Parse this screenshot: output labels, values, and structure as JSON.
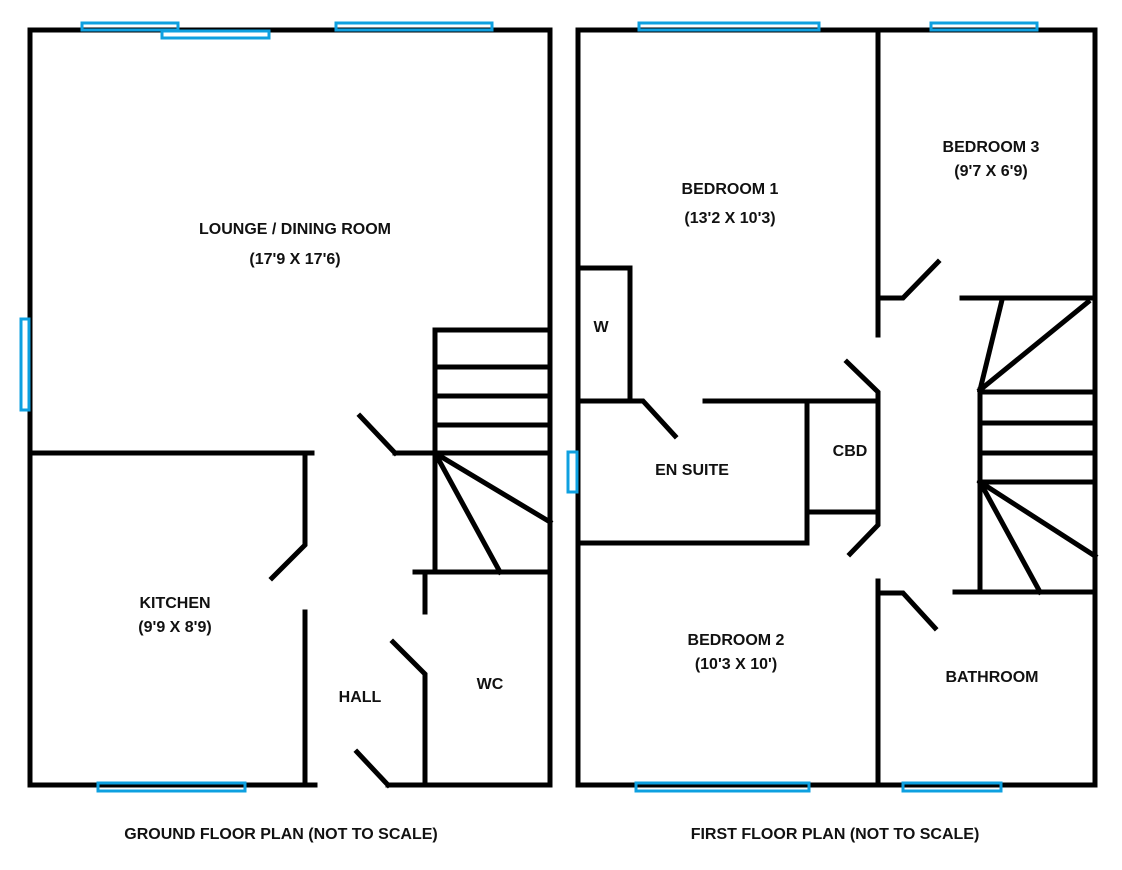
{
  "ground_floor": {
    "caption": "GROUND FLOOR PLAN (NOT TO SCALE)",
    "rooms": {
      "lounge": {
        "name": "LOUNGE / DINING ROOM",
        "size": "(17'9 X 17'6)"
      },
      "kitchen": {
        "name": "KITCHEN",
        "size": "(9'9 X 8'9)"
      },
      "hall": {
        "name": "HALL"
      },
      "wc": {
        "name": "WC"
      }
    }
  },
  "first_floor": {
    "caption": "FIRST FLOOR PLAN (NOT TO SCALE)",
    "rooms": {
      "bedroom1": {
        "name": "BEDROOM 1",
        "size": "(13'2 X 10'3)"
      },
      "bedroom2": {
        "name": "BEDROOM 2",
        "size": "(10'3 X 10')"
      },
      "bedroom3": {
        "name": "BEDROOM 3",
        "size": "(9'7 X 6'9)"
      },
      "wardrobe": {
        "name": "W"
      },
      "en_suite": {
        "name": "EN SUITE"
      },
      "cupboard": {
        "name": "CBD"
      },
      "bathroom": {
        "name": "BATHROOM"
      }
    }
  },
  "colors": {
    "wall": "#000000",
    "window": "#0ea0e0"
  }
}
